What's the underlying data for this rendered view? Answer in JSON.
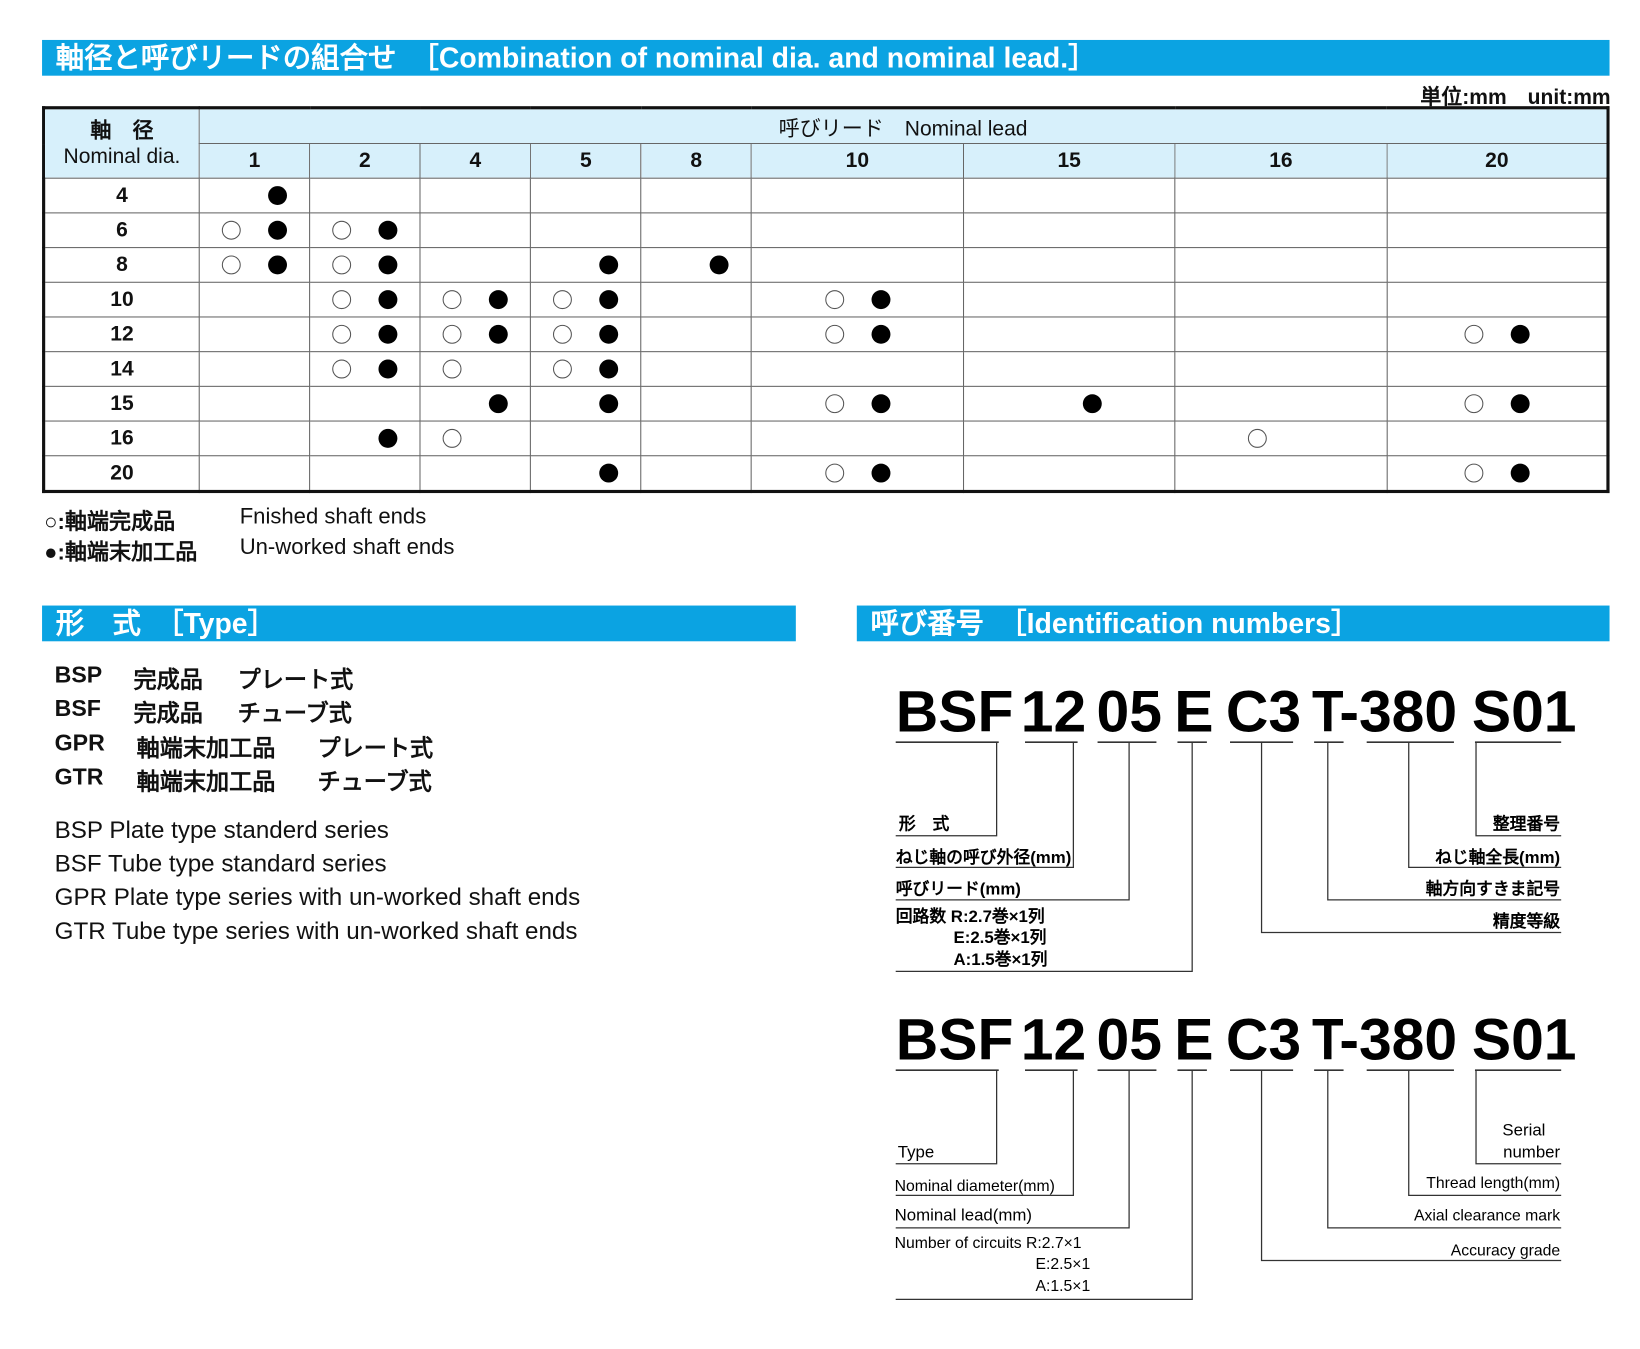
{
  "combo": {
    "title": "軸径と呼びリードの組合せ　［Combination of nominal dia. and nominal lead.］",
    "unit": "単位:mm　unit:mm",
    "dia_header_jp": "軸　径",
    "dia_header_en": "Nominal dia.",
    "lead_header": "呼びリード　Nominal lead",
    "leads": [
      "1",
      "2",
      "4",
      "5",
      "8",
      "10",
      "15",
      "16",
      "20"
    ],
    "rows": [
      {
        "dia": "4",
        "cells": [
          "F",
          "",
          "",
          "",
          "",
          "",
          "",
          "",
          ""
        ]
      },
      {
        "dia": "6",
        "cells": [
          "OF",
          "OF",
          "",
          "",
          "",
          "",
          "",
          "",
          ""
        ]
      },
      {
        "dia": "8",
        "cells": [
          "OF",
          "OF",
          "",
          "F",
          "F",
          "",
          "",
          "",
          ""
        ]
      },
      {
        "dia": "10",
        "cells": [
          "",
          "OF",
          "OF",
          "OF",
          "",
          "OF",
          "",
          "",
          ""
        ]
      },
      {
        "dia": "12",
        "cells": [
          "",
          "OF",
          "OF",
          "OF",
          "",
          "OF",
          "",
          "",
          "OF"
        ]
      },
      {
        "dia": "14",
        "cells": [
          "",
          "OF",
          "O",
          "OF",
          "",
          "",
          "",
          "",
          ""
        ]
      },
      {
        "dia": "15",
        "cells": [
          "",
          "",
          "F",
          "F",
          "",
          "OF",
          "F",
          "",
          "OF"
        ]
      },
      {
        "dia": "16",
        "cells": [
          "",
          "F",
          "O",
          "",
          "",
          "",
          "",
          "O",
          ""
        ]
      },
      {
        "dia": "20",
        "cells": [
          "",
          "",
          "",
          "F",
          "",
          "OF",
          "",
          "",
          "OF"
        ]
      }
    ],
    "legend": [
      {
        "jp": "○:軸端完成品",
        "en": "Fnished shaft ends"
      },
      {
        "jp": "●:軸端末加工品",
        "en": "Un-worked shaft ends"
      }
    ]
  },
  "type": {
    "title": "形　式　［Type］",
    "jp": [
      [
        "BSP",
        "完成品",
        "プレート式"
      ],
      [
        "BSF",
        "完成品",
        "チューブ式"
      ],
      [
        "GPR",
        "軸端末加工品",
        "プレート式"
      ],
      [
        "GTR",
        "軸端末加工品",
        "チューブ式"
      ]
    ],
    "en": [
      "BSP Plate type standerd series",
      "BSF Tube type standard series",
      "GPR Plate type series with un-worked shaft ends",
      "GTR Tube type series with un-worked shaft ends"
    ]
  },
  "ident": {
    "title": "呼び番号　［Identification numbers］",
    "code": [
      "BSF",
      "12",
      "05",
      "E",
      "C3",
      "T",
      "-380",
      "S01"
    ],
    "jp": {
      "type": "形　式",
      "dia": "ねじ軸の呼び外径(mm)",
      "lead": "呼びリード(mm)",
      "circ1": "回路数 R:2.7巻×1列",
      "circ2": "E:2.5巻×1列",
      "circ3": "A:1.5巻×1列",
      "serial": "整理番号",
      "length": "ねじ軸全長(mm)",
      "axial": "軸方向すきま記号",
      "accuracy": "精度等級"
    },
    "en": {
      "type": "Type",
      "dia": "Nominal diameter(mm)",
      "lead": "Nominal lead(mm)",
      "circ1": "Number of circuits R:2.7×1",
      "circ2": "E:2.5×1",
      "circ3": "A:1.5×1",
      "serial1": "Serial",
      "serial2": "number",
      "length": "Thread length(mm)",
      "axial": "Axial clearance mark",
      "accuracy": "Accuracy grade"
    }
  }
}
